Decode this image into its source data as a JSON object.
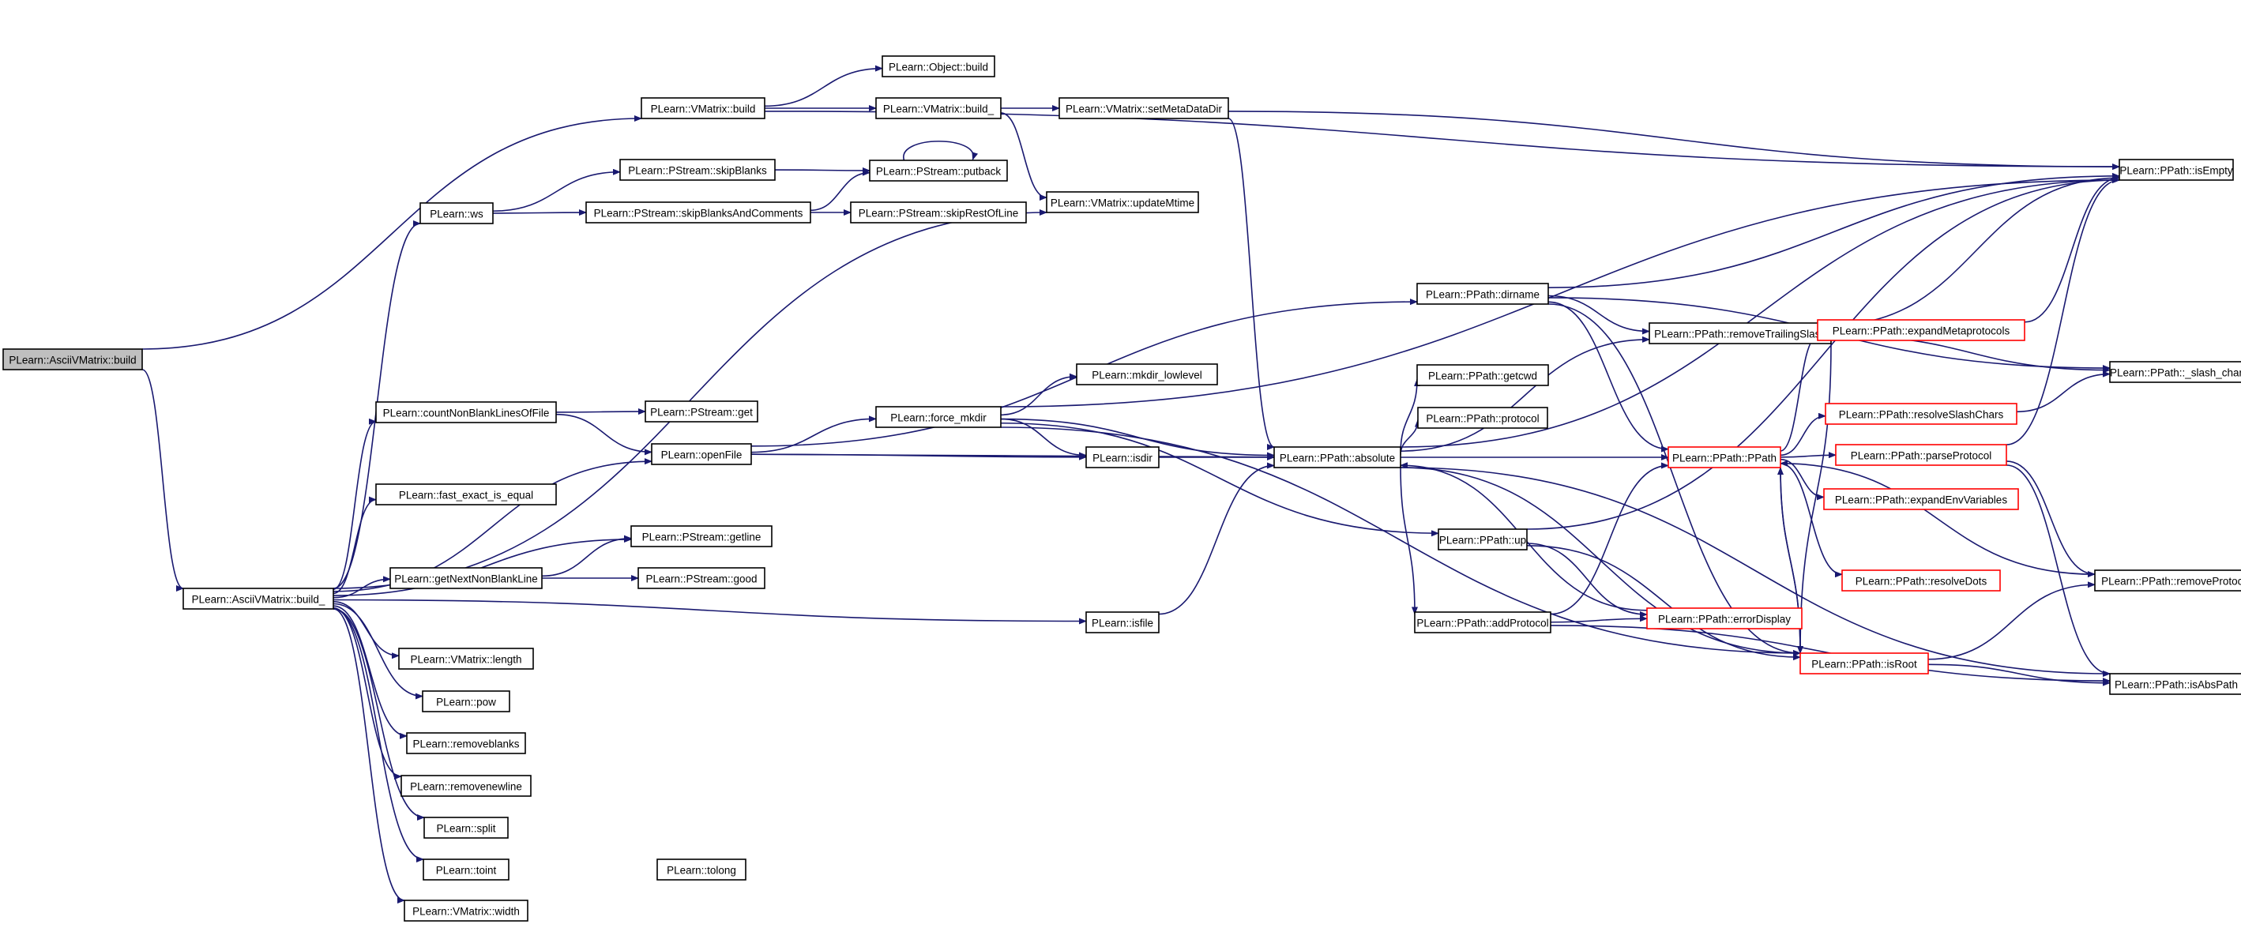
{
  "graph": {
    "title": "",
    "colors": {
      "edge": "#191970",
      "node_border": "#000000",
      "truncated_node_border": "#ff0000",
      "root_node_fill": "#bfbfbf",
      "node_fill": "#ffffff"
    },
    "nodes": [
      {
        "id": "n0",
        "label": "PLearn::AsciiVMatrix::build",
        "kind": "root"
      },
      {
        "id": "n1",
        "label": "PLearn::VMatrix::build",
        "kind": "normal"
      },
      {
        "id": "n2",
        "label": "PLearn::AsciiVMatrix::build_",
        "kind": "normal"
      },
      {
        "id": "n3",
        "label": "PLearn::Object::build",
        "kind": "normal"
      },
      {
        "id": "n4",
        "label": "PLearn::VMatrix::build_",
        "kind": "normal"
      },
      {
        "id": "n5",
        "label": "PLearn::VMatrix::setMetaDataDir",
        "kind": "normal"
      },
      {
        "id": "n6",
        "label": "PLearn::VMatrix::updateMtime",
        "kind": "normal"
      },
      {
        "id": "n7",
        "label": "PLearn::PPath::isEmpty",
        "kind": "normal"
      },
      {
        "id": "n8",
        "label": "PLearn::PPath::absolute",
        "kind": "normal"
      },
      {
        "id": "n9",
        "label": "PLearn::PStream::skipBlanks",
        "kind": "normal"
      },
      {
        "id": "n10",
        "label": "PLearn::PStream::putback",
        "kind": "normal"
      },
      {
        "id": "n11",
        "label": "PLearn::ws",
        "kind": "normal"
      },
      {
        "id": "n12",
        "label": "PLearn::PStream::skipBlanksAndComments",
        "kind": "normal"
      },
      {
        "id": "n13",
        "label": "PLearn::PStream::skipRestOfLine",
        "kind": "normal"
      },
      {
        "id": "n14",
        "label": "PLearn::PPath::dirname",
        "kind": "normal"
      },
      {
        "id": "n15",
        "label": "PLearn::PPath::removeTrailingSlash",
        "kind": "normal"
      },
      {
        "id": "n16",
        "label": "PLearn::PPath::expandMetaprotocols",
        "kind": "truncated"
      },
      {
        "id": "n17",
        "label": "PLearn::PPath::_slash_char",
        "kind": "normal"
      },
      {
        "id": "n18",
        "label": "PLearn::mkdir_lowlevel",
        "kind": "normal"
      },
      {
        "id": "n19",
        "label": "PLearn::PPath::getcwd",
        "kind": "normal"
      },
      {
        "id": "n20",
        "label": "PLearn::countNonBlankLinesOfFile",
        "kind": "normal"
      },
      {
        "id": "n21",
        "label": "PLearn::PStream::get",
        "kind": "normal"
      },
      {
        "id": "n22",
        "label": "PLearn::force_mkdir",
        "kind": "normal"
      },
      {
        "id": "n23",
        "label": "PLearn::PPath::protocol",
        "kind": "normal"
      },
      {
        "id": "n24",
        "label": "PLearn::PPath::resolveSlashChars",
        "kind": "truncated"
      },
      {
        "id": "n25",
        "label": "PLearn::openFile",
        "kind": "normal"
      },
      {
        "id": "n26",
        "label": "PLearn::isdir",
        "kind": "normal"
      },
      {
        "id": "n27",
        "label": "PLearn::PPath::PPath",
        "kind": "truncated"
      },
      {
        "id": "n28",
        "label": "PLearn::PPath::parseProtocol",
        "kind": "truncated"
      },
      {
        "id": "n29",
        "label": "PLearn::fast_exact_is_equal",
        "kind": "normal"
      },
      {
        "id": "n30",
        "label": "PLearn::PPath::expandEnvVariables",
        "kind": "truncated"
      },
      {
        "id": "n31",
        "label": "PLearn::PStream::getline",
        "kind": "normal"
      },
      {
        "id": "n32",
        "label": "PLearn::PPath::up",
        "kind": "normal"
      },
      {
        "id": "n33",
        "label": "PLearn::getNextNonBlankLine",
        "kind": "normal"
      },
      {
        "id": "n34",
        "label": "PLearn::PStream::good",
        "kind": "normal"
      },
      {
        "id": "n35",
        "label": "PLearn::PPath::resolveDots",
        "kind": "truncated"
      },
      {
        "id": "n36",
        "label": "PLearn::PPath::removeProtocol",
        "kind": "normal"
      },
      {
        "id": "n37",
        "label": "PLearn::isfile",
        "kind": "normal"
      },
      {
        "id": "n38",
        "label": "PLearn::PPath::addProtocol",
        "kind": "normal"
      },
      {
        "id": "n39",
        "label": "PLearn::PPath::errorDisplay",
        "kind": "truncated"
      },
      {
        "id": "n40",
        "label": "PLearn::VMatrix::length",
        "kind": "normal"
      },
      {
        "id": "n41",
        "label": "PLearn::PPath::isRoot",
        "kind": "truncated"
      },
      {
        "id": "n42",
        "label": "PLearn::PPath::isAbsPath",
        "kind": "normal"
      },
      {
        "id": "n43",
        "label": "PLearn::pow",
        "kind": "normal"
      },
      {
        "id": "n44",
        "label": "PLearn::removeblanks",
        "kind": "normal"
      },
      {
        "id": "n45",
        "label": "PLearn::removenewline",
        "kind": "normal"
      },
      {
        "id": "n46",
        "label": "PLearn::split",
        "kind": "normal"
      },
      {
        "id": "n47",
        "label": "PLearn::toint",
        "kind": "normal"
      },
      {
        "id": "n48",
        "label": "PLearn::tolong",
        "kind": "normal"
      },
      {
        "id": "n49",
        "label": "PLearn::VMatrix::width",
        "kind": "normal"
      }
    ],
    "edges": [
      [
        "n0",
        "n1"
      ],
      [
        "n0",
        "n2"
      ],
      [
        "n1",
        "n3"
      ],
      [
        "n1",
        "n4"
      ],
      [
        "n1",
        "n7"
      ],
      [
        "n4",
        "n5"
      ],
      [
        "n4",
        "n6"
      ],
      [
        "n5",
        "n7"
      ],
      [
        "n5",
        "n8"
      ],
      [
        "n2",
        "n6"
      ],
      [
        "n2",
        "n11"
      ],
      [
        "n2",
        "n20"
      ],
      [
        "n2",
        "n25"
      ],
      [
        "n2",
        "n29"
      ],
      [
        "n2",
        "n31"
      ],
      [
        "n2",
        "n33"
      ],
      [
        "n2",
        "n37"
      ],
      [
        "n2",
        "n40"
      ],
      [
        "n2",
        "n43"
      ],
      [
        "n2",
        "n44"
      ],
      [
        "n2",
        "n45"
      ],
      [
        "n2",
        "n46"
      ],
      [
        "n2",
        "n47"
      ],
      [
        "n2",
        "n49"
      ],
      [
        "n11",
        "n9"
      ],
      [
        "n11",
        "n12"
      ],
      [
        "n9",
        "n10"
      ],
      [
        "n12",
        "n10"
      ],
      [
        "n12",
        "n13"
      ],
      [
        "n10",
        "n10"
      ],
      [
        "n20",
        "n21"
      ],
      [
        "n20",
        "n25"
      ],
      [
        "n25",
        "n14"
      ],
      [
        "n25",
        "n22"
      ],
      [
        "n25",
        "n26"
      ],
      [
        "n25",
        "n8"
      ],
      [
        "n22",
        "n18"
      ],
      [
        "n22",
        "n26"
      ],
      [
        "n22",
        "n8"
      ],
      [
        "n22",
        "n7"
      ],
      [
        "n22",
        "n32"
      ],
      [
        "n22",
        "n41"
      ],
      [
        "n26",
        "n8"
      ],
      [
        "n37",
        "n8"
      ],
      [
        "n33",
        "n31"
      ],
      [
        "n33",
        "n34"
      ],
      [
        "n8",
        "n7"
      ],
      [
        "n8",
        "n15"
      ],
      [
        "n8",
        "n19"
      ],
      [
        "n8",
        "n23"
      ],
      [
        "n8",
        "n27"
      ],
      [
        "n8",
        "n38"
      ],
      [
        "n8",
        "n41"
      ],
      [
        "n8",
        "n42"
      ],
      [
        "n14",
        "n7"
      ],
      [
        "n14",
        "n15"
      ],
      [
        "n14",
        "n27"
      ],
      [
        "n14",
        "n41"
      ],
      [
        "n14",
        "n17"
      ],
      [
        "n15",
        "n7"
      ],
      [
        "n15",
        "n17"
      ],
      [
        "n15",
        "n41"
      ],
      [
        "n32",
        "n7"
      ],
      [
        "n32",
        "n39"
      ],
      [
        "n32",
        "n41"
      ],
      [
        "n38",
        "n27"
      ],
      [
        "n38",
        "n39"
      ],
      [
        "n38",
        "n42"
      ],
      [
        "n39",
        "n8"
      ],
      [
        "n27",
        "n16"
      ],
      [
        "n27",
        "n24"
      ],
      [
        "n27",
        "n28"
      ],
      [
        "n27",
        "n30"
      ],
      [
        "n27",
        "n35"
      ],
      [
        "n27",
        "n41"
      ],
      [
        "n16",
        "n7"
      ],
      [
        "n24",
        "n17"
      ],
      [
        "n28",
        "n7"
      ],
      [
        "n28",
        "n36"
      ],
      [
        "n28",
        "n42"
      ],
      [
        "n36",
        "n27"
      ],
      [
        "n41",
        "n36"
      ],
      [
        "n41",
        "n42"
      ],
      [
        "n41",
        "n27"
      ]
    ]
  }
}
